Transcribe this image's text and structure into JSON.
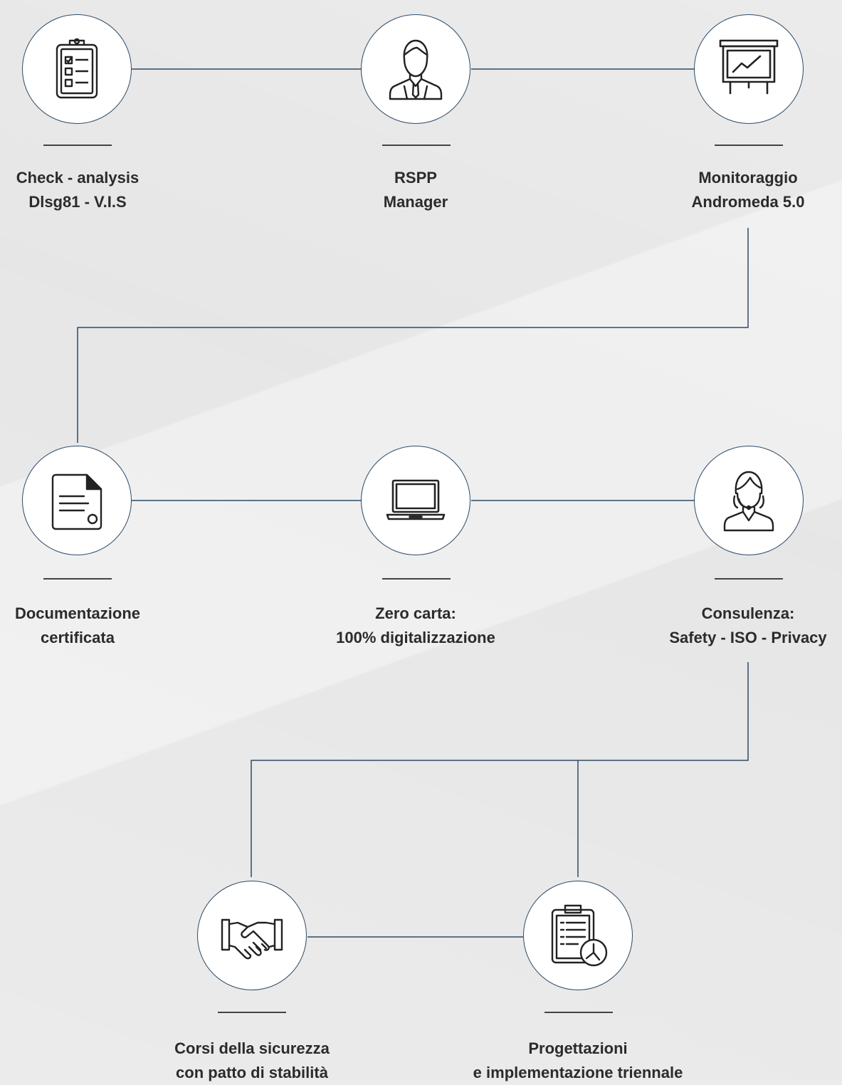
{
  "colors": {
    "line": "#2d4b68",
    "icon": "#222222",
    "text": "#2b2b2b",
    "background": "#ebebeb"
  },
  "steps": [
    {
      "icon": "checklist-clipboard-icon",
      "line1": "Check - analysis",
      "line2": "Dlsg81 - V.I.S"
    },
    {
      "icon": "businessman-icon",
      "line1": "RSPP",
      "line2": "Manager"
    },
    {
      "icon": "presentation-board-chart-icon",
      "line1": "Monitoraggio",
      "line2": "Andromeda 5.0"
    },
    {
      "icon": "certified-document-icon",
      "line1": "Documentazione",
      "line2": "certificata"
    },
    {
      "icon": "laptop-icon",
      "line1": "Zero carta:",
      "line2": "100% digitalizzazione"
    },
    {
      "icon": "consultant-headset-icon",
      "line1": "Consulenza:",
      "line2": "Safety - ISO - Privacy"
    },
    {
      "icon": "handshake-icon",
      "line1": "Corsi della sicurezza",
      "line2": "con patto di stabilità"
    },
    {
      "icon": "clipboard-clock-icon",
      "line1": "Progettazioni",
      "line2": "e implementazione triennale"
    }
  ]
}
